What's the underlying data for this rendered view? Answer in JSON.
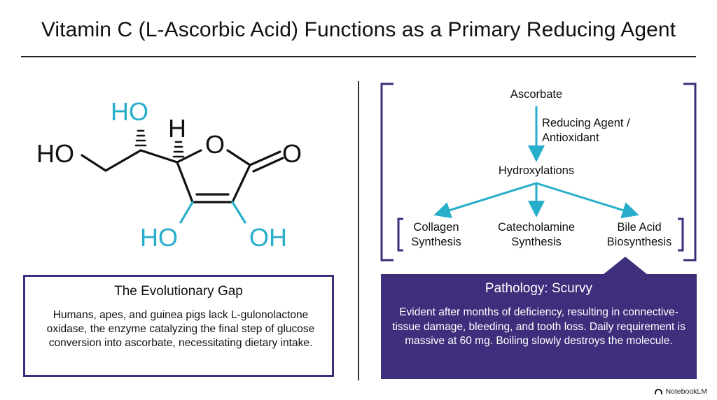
{
  "title": "Vitamin C (L-Ascorbic Acid) Functions as a Primary Reducing Agent",
  "molecule": {
    "labels": {
      "ho_left": "HO",
      "ho_top": "HO",
      "h": "H",
      "ring_o": "O",
      "carbonyl_o": "O",
      "oh_bottom_left": "HO",
      "oh_bottom_right": "OH"
    },
    "colors": {
      "bond": "#111111",
      "hydroxyl_accent": "#27aecb"
    }
  },
  "evolutionary_gap": {
    "title": "The Evolutionary Gap",
    "body": "Humans, apes, and guinea pigs lack L-gulonolactone oxidase, the enzyme catalyzing the final step of glucose conversion into ascorbate, necessitating dietary intake."
  },
  "flow": {
    "source": "Ascorbate",
    "edge_label": "Reducing Agent / Antioxidant",
    "middle": "Hydroxylations",
    "outputs": [
      {
        "label": "Collagen Synthesis"
      },
      {
        "label": "Catecholamine Synthesis"
      },
      {
        "label": "Bile Acid Biosynthesis"
      }
    ],
    "colors": {
      "arrow": "#27aecb",
      "bracket": "#3e2e7c"
    }
  },
  "pathology": {
    "title": "Pathology: Scurvy",
    "body": "Evident after months of deficiency, resulting in connective-tissue damage, bleeding, and tooth loss. Daily requirement is massive at 60 mg. Boiling slowly destroys the molecule.",
    "color": "#3e2e7c"
  },
  "badge": {
    "label": "NotebookLM",
    "icon": "notebook-icon"
  }
}
